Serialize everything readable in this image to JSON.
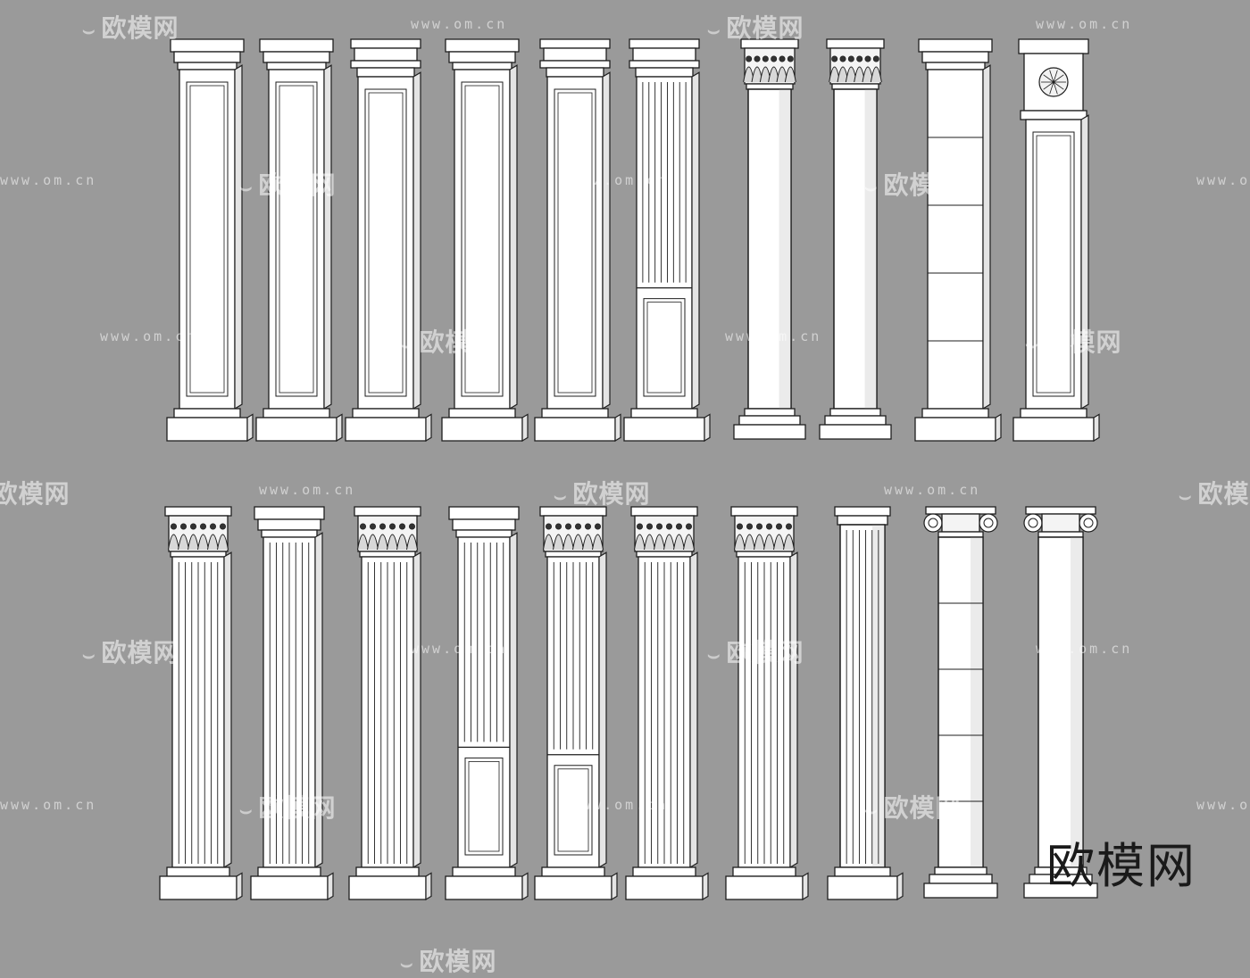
{
  "watermark": {
    "url": "www.om.cn",
    "logo": "欧模网"
  },
  "brand_mark": "欧模网",
  "colors": {
    "background": "#9a9a9a",
    "column_face": "#ffffff",
    "column_shade": "#e4e4e4",
    "outline": "#1e1e1e",
    "watermark": "#ffffff",
    "brand_text": "#1a1a1a"
  },
  "columns": {
    "top_row": [
      {
        "kind": "square-pilaster",
        "capital": "plain-cap",
        "shaft": "panel",
        "base": "plinth"
      },
      {
        "kind": "square-pilaster",
        "capital": "plain-cap",
        "shaft": "notched-panel",
        "base": "plinth"
      },
      {
        "kind": "square-pilaster",
        "capital": "molded-cap",
        "shaft": "panel",
        "base": "plinth"
      },
      {
        "kind": "square-pilaster",
        "capital": "plain-cap",
        "shaft": "panel",
        "base": "plinth"
      },
      {
        "kind": "square-pilaster",
        "capital": "molded-cap",
        "shaft": "panel",
        "base": "plinth"
      },
      {
        "kind": "square-pilaster",
        "capital": "molded-cap",
        "shaft": "fluted-with-pedestal",
        "base": "plinth"
      },
      {
        "kind": "round-column",
        "capital": "corinthian",
        "shaft": "smooth",
        "base": "attic"
      },
      {
        "kind": "round-column",
        "capital": "composite",
        "shaft": "smooth",
        "base": "attic"
      },
      {
        "kind": "square-pilaster",
        "capital": "block",
        "shaft": "banded",
        "base": "plinth"
      },
      {
        "kind": "square-pilaster",
        "capital": "rosette",
        "shaft": "panel",
        "base": "plinth"
      }
    ],
    "bottom_row": [
      {
        "kind": "square-pilaster",
        "capital": "corinthian",
        "shaft": "fluted",
        "base": "plinth"
      },
      {
        "kind": "square-pilaster",
        "capital": "plain-cap",
        "shaft": "fluted",
        "base": "plinth"
      },
      {
        "kind": "square-pilaster",
        "capital": "corinthian",
        "shaft": "fluted",
        "base": "plinth"
      },
      {
        "kind": "square-pilaster",
        "capital": "plain-cap",
        "shaft": "fluted-with-pedestal",
        "base": "plinth"
      },
      {
        "kind": "square-pilaster",
        "capital": "corinthian",
        "shaft": "fluted-with-pedestal",
        "base": "plinth"
      },
      {
        "kind": "square-pilaster",
        "capital": "corinthian",
        "shaft": "fluted",
        "base": "plinth"
      },
      {
        "kind": "square-pilaster",
        "capital": "corinthian",
        "shaft": "fluted",
        "base": "plinth"
      },
      {
        "kind": "round-column",
        "capital": "doric",
        "shaft": "fluted",
        "base": "plinth"
      },
      {
        "kind": "round-column",
        "capital": "ionic",
        "shaft": "banded",
        "base": "attic"
      },
      {
        "kind": "round-column",
        "capital": "ionic",
        "shaft": "smooth",
        "base": "attic"
      }
    ]
  }
}
